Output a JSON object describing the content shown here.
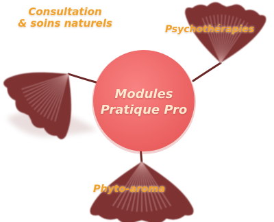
{
  "center": {
    "line1": "Modules",
    "line2": "Pratique Pro"
  },
  "branches": {
    "consultation": {
      "line1": "Consultation",
      "line2": "& soins naturels"
    },
    "psychotherapies": {
      "label": "Psychothérapies"
    },
    "phyto": {
      "label": "Phyto-aroma"
    }
  },
  "colors": {
    "leaf": "#7f3232",
    "leaf_vein": "#d9a9a9",
    "hub": "#f06b6b",
    "label": "#f2a128",
    "center_text": "#fde9d0"
  },
  "icons": {
    "leaf": "ginkgo-leaf-icon"
  }
}
